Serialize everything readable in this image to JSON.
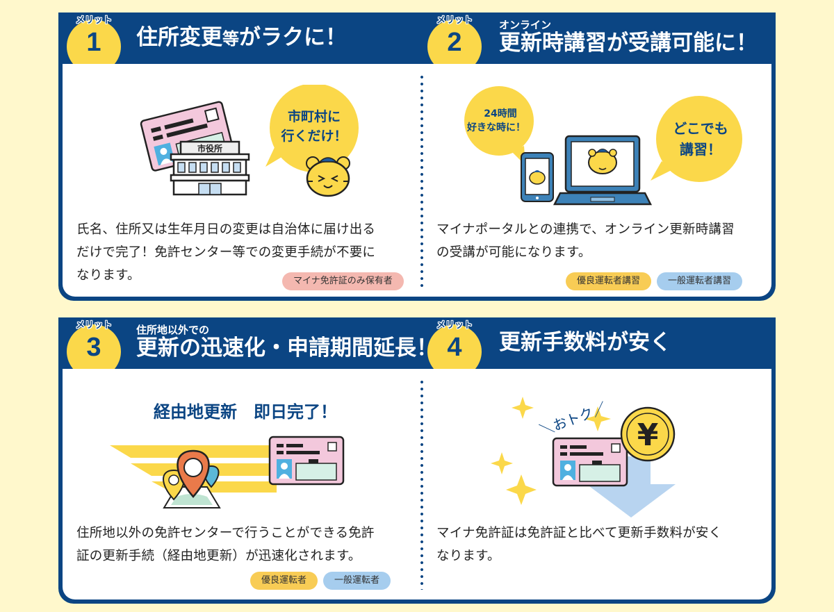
{
  "colors": {
    "background": "#fff8cc",
    "navy": "#0b4583",
    "badge_yellow": "#fbd84a",
    "tag_pink": "#f4b8b0",
    "tag_yellow": "#f8cc55",
    "tag_blue": "#a6cdee"
  },
  "badge_label": "メリット",
  "merits": [
    {
      "number": "1",
      "title_sub": "",
      "title_main": "住所変更",
      "title_small": "等",
      "title_rest": "がラクに！",
      "illustration": {
        "icons": [
          "license-card-icon",
          "city-hall-icon",
          "tiger-mascot-icon"
        ],
        "building_label": "市役所",
        "bubble_line1": "市町村に",
        "bubble_line2": "行くだけ！"
      },
      "description_lines": [
        "氏名、住所又は生年月日の変更は自治体に届け出る",
        "だけで完了！免許センター等での変更手続が不要に",
        "なります。"
      ],
      "tags": [
        {
          "label": "マイナ免許証のみ保有者",
          "color": "pink"
        }
      ]
    },
    {
      "number": "2",
      "title_sub": "オンライン",
      "title_main": "更新時講習が受講可能に！",
      "illustration": {
        "icons": [
          "tablet-icon",
          "laptop-icon",
          "tiger-mascot-icon"
        ],
        "bubble_left_line1": "24時間",
        "bubble_left_line2": "好きな時に！",
        "bubble_right_line1": "どこでも",
        "bubble_right_line2": "講習！"
      },
      "description_lines": [
        "マイナポータルとの連携で、オンライン更新時講習",
        "の受講が可能になります。"
      ],
      "tags": [
        {
          "label": "優良運転者講習",
          "color": "yellow"
        },
        {
          "label": "一般運転者講習",
          "color": "blue"
        }
      ]
    },
    {
      "number": "3",
      "title_sub": "住所地以外での",
      "title_main": "更新の迅速化・申請期間延長！",
      "illustration": {
        "icons": [
          "map-pin-icon",
          "license-card-icon"
        ],
        "headline": "経由地更新　即日完了！"
      },
      "description_lines": [
        "住所地以外の免許センターで行うことができる免許",
        "証の更新手続（経由地更新）が迅速化されます。"
      ],
      "tags": [
        {
          "label": "優良運転者",
          "color": "yellow"
        },
        {
          "label": "一般運転者",
          "color": "blue"
        }
      ]
    },
    {
      "number": "4",
      "title_sub": "",
      "title_main": "更新手数料が安く",
      "illustration": {
        "icons": [
          "sparkle-icon",
          "license-card-icon",
          "yen-coin-icon",
          "down-arrow-icon"
        ],
        "otoku_text": "＼おトク／",
        "yen_symbol": "¥"
      },
      "description_lines": [
        "マイナ免許証は免許証と比べて更新手数料が安く",
        "なります。"
      ],
      "tags": []
    }
  ]
}
